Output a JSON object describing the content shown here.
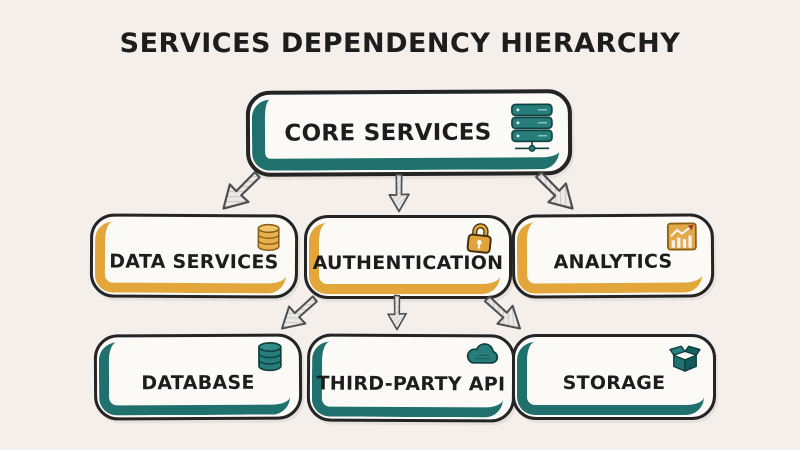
{
  "title": "SERVICES DEPENDENCY HIERARCHY",
  "colors": {
    "background": "#f4efeb",
    "box_fill": "#fcfaf7",
    "ink": "#1d1d1d",
    "teal_accent": "#20716e",
    "amber_accent": "#e2a63b",
    "arrow_outline": "#4f4f4f",
    "arrow_fill": "#ebe9e7"
  },
  "nodes": [
    {
      "id": "core-services",
      "label": "CORE SERVICES",
      "icon": "server-stack-icon",
      "accent": "teal",
      "level": 1
    },
    {
      "id": "data-services",
      "label": "DATA SERVICES",
      "icon": "database-cylinder-icon",
      "accent": "amber",
      "level": 2
    },
    {
      "id": "authentication",
      "label": "AUTHENTICATION",
      "icon": "padlock-icon",
      "accent": "amber",
      "level": 2
    },
    {
      "id": "analytics",
      "label": "ANALYTICS",
      "icon": "bar-chart-icon",
      "accent": "amber",
      "level": 2
    },
    {
      "id": "database",
      "label": "DATABASE",
      "icon": "database-cylinder-icon",
      "accent": "teal",
      "level": 3
    },
    {
      "id": "third-party-api",
      "label": "THIRD-PARTY API",
      "icon": "cloud-icon",
      "accent": "teal",
      "level": 3
    },
    {
      "id": "storage",
      "label": "STORAGE",
      "icon": "open-box-icon",
      "accent": "teal",
      "level": 3
    }
  ],
  "edges": [
    {
      "from": "core-services",
      "to": "data-services"
    },
    {
      "from": "core-services",
      "to": "authentication"
    },
    {
      "from": "core-services",
      "to": "analytics"
    },
    {
      "from": "authentication",
      "to": "database"
    },
    {
      "from": "authentication",
      "to": "third-party-api"
    },
    {
      "from": "authentication",
      "to": "storage"
    }
  ]
}
